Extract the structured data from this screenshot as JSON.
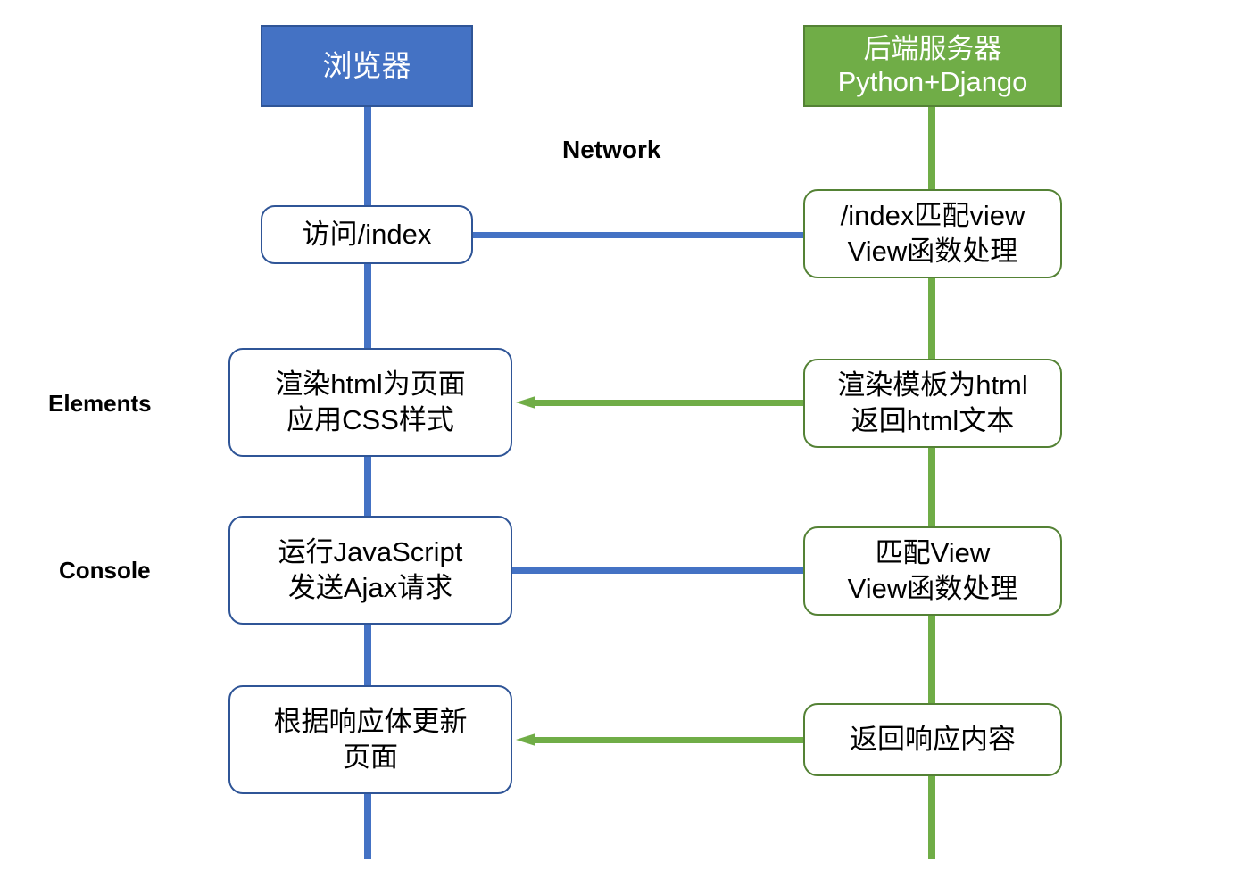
{
  "diagram": {
    "type": "sequence-diagram",
    "background_color": "#FFFFFF",
    "colors": {
      "browser_fill": "#4472C4",
      "browser_border": "#2F5597",
      "server_fill": "#70AD47",
      "server_border": "#548235",
      "request_arrow": "#4472C4",
      "response_arrow": "#70AD47",
      "box_fill": "#FFFFFF",
      "text": "#000000",
      "header_text": "#FFFFFF"
    },
    "lanes": {
      "browser": {
        "header_line1": "浏览器",
        "header_line2": ""
      },
      "server": {
        "header_line1": "后端服务器",
        "header_line2": "Python+Django"
      }
    },
    "annotations": {
      "network": "Network",
      "elements": "Elements",
      "console": "Console"
    },
    "steps": [
      {
        "id": "step-1",
        "browser_box": {
          "lines": [
            "访问/index"
          ]
        },
        "server_box": {
          "lines": [
            "/index匹配view",
            "View函数处理"
          ]
        },
        "arrow": {
          "direction": "right",
          "color": "#4472C4",
          "label": ""
        }
      },
      {
        "id": "step-2",
        "browser_box": {
          "lines": [
            "渲染html为页面",
            "应用CSS样式"
          ]
        },
        "server_box": {
          "lines": [
            "渲染模板为html",
            "返回html文本"
          ]
        },
        "arrow": {
          "direction": "left",
          "color": "#70AD47",
          "label": ""
        }
      },
      {
        "id": "step-3",
        "browser_box": {
          "lines": [
            "运行JavaScript",
            "发送Ajax请求"
          ]
        },
        "server_box": {
          "lines": [
            "匹配View",
            "View函数处理"
          ]
        },
        "arrow": {
          "direction": "right",
          "color": "#4472C4",
          "label": ""
        }
      },
      {
        "id": "step-4",
        "browser_box": {
          "lines": [
            "根据响应体更新",
            "页面"
          ]
        },
        "server_box": {
          "lines": [
            "返回响应内容"
          ]
        },
        "arrow": {
          "direction": "left",
          "color": "#70AD47",
          "label": ""
        }
      }
    ]
  }
}
